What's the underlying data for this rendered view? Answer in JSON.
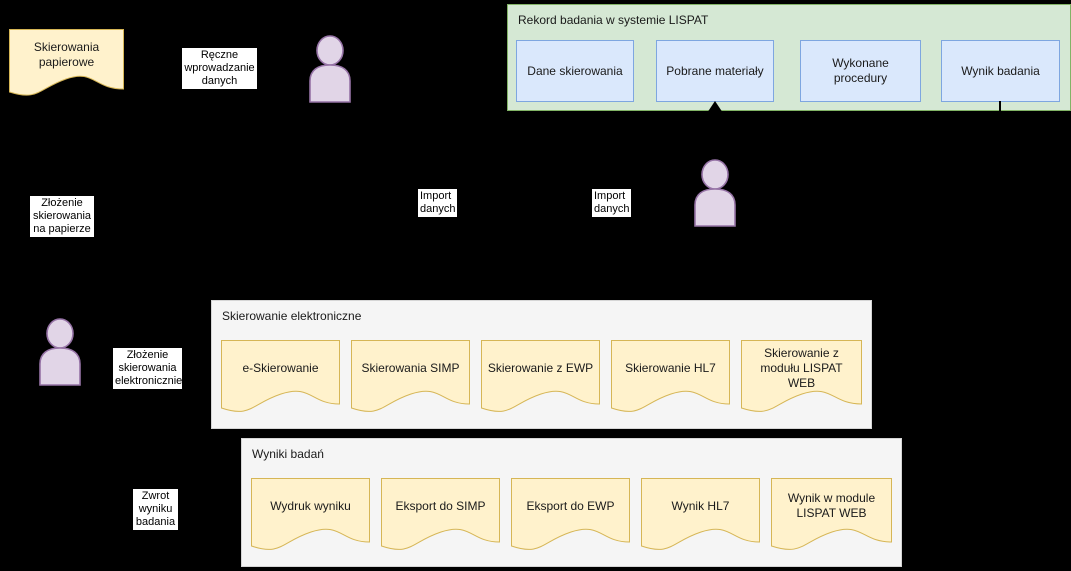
{
  "diagram": {
    "background_color": "#000000",
    "palette": {
      "document_fill": "#fff2cc",
      "document_stroke": "#d6b656",
      "process_fill": "#dae8fc",
      "process_stroke": "#7ea6e0",
      "group_fill": "#f5f5f5",
      "group_stroke": "#d5d5d5",
      "green_group_fill": "#d5e8d4",
      "green_group_stroke": "#82b366",
      "actor_fill": "#e1d5e7",
      "actor_stroke": "#9673a6",
      "label_fill": "#ffffff",
      "text_color": "#1a1a1a",
      "connector_color": "#000000"
    },
    "paper_document": {
      "label": "Skierowania papierowe"
    },
    "lispat_group": {
      "title": "Rekord badania w systemie LISPAT",
      "boxes": [
        {
          "label": "Dane skierowania"
        },
        {
          "label": "Pobrane materiały"
        },
        {
          "label": "Wykonane procedury"
        },
        {
          "label": "Wynik badania"
        }
      ]
    },
    "ereferral_group": {
      "title": "Skierowanie elektroniczne",
      "documents": [
        {
          "label": "e-Skierowanie"
        },
        {
          "label": "Skierowania SIMP"
        },
        {
          "label": "Skierowanie z EWP"
        },
        {
          "label": "Skierowanie HL7"
        },
        {
          "label": "Skierowanie z modułu LISPAT WEB"
        }
      ]
    },
    "results_group": {
      "title": "Wyniki badań",
      "documents": [
        {
          "label": "Wydruk wyniku"
        },
        {
          "label": "Eksport do SIMP"
        },
        {
          "label": "Eksport do EWP"
        },
        {
          "label": "Wynik HL7"
        },
        {
          "label": "Wynik w module LISPAT WEB"
        }
      ]
    },
    "edge_labels": [
      {
        "id": "manual-entry",
        "lines": [
          "Ręczne",
          "wprowadzanie",
          "danych"
        ]
      },
      {
        "id": "paper-submission",
        "lines": [
          "Złożenie",
          "skierowania",
          "na papierze"
        ]
      },
      {
        "id": "import-1",
        "lines": [
          "Import",
          "danych"
        ]
      },
      {
        "id": "import-2",
        "lines": [
          "Import",
          "danych"
        ]
      },
      {
        "id": "electronic-submission",
        "lines": [
          "Złożenie",
          "skierowania",
          "elektronicznie"
        ]
      },
      {
        "id": "result-return",
        "lines": [
          "Zwrot",
          "wyniku",
          "badania"
        ]
      }
    ],
    "actors": [
      {
        "id": "actor-lab-staff-top",
        "name": "actor-icon"
      },
      {
        "id": "actor-lab-staff-middle",
        "name": "actor-icon"
      },
      {
        "id": "actor-patient",
        "name": "actor-icon"
      }
    ]
  }
}
